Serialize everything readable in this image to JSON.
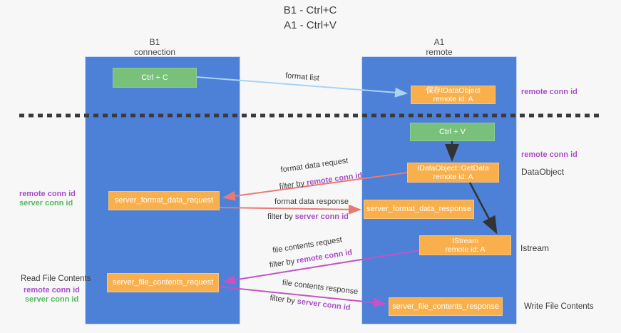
{
  "title": {
    "line1": "B1 - Ctrl+C",
    "line2": "A1 - Ctrl+V"
  },
  "columns": {
    "left": {
      "name": "B1",
      "role": "connection"
    },
    "right": {
      "name": "A1",
      "role": "remote"
    }
  },
  "boxes": {
    "ctrl_c": {
      "label": "Ctrl + C"
    },
    "ctrl_v": {
      "label": "Ctrl + V"
    },
    "save_dataobject": {
      "line1": "保存IDataObject",
      "line2": "remote id: A"
    },
    "getdata": {
      "line1": "IDataObject::GetData",
      "line2": "remote id: A"
    },
    "istream": {
      "line1": "IStream",
      "line2": "remote id: A"
    },
    "server_format_data_request": {
      "label": "server_format_data_request"
    },
    "server_format_data_response": {
      "label": "server_format_data_response"
    },
    "server_file_contents_request": {
      "label": "server_file_contents_request"
    },
    "server_file_contents_response": {
      "label": "server_file_contents_response"
    }
  },
  "edge_labels": {
    "format_list": "format list",
    "format_data_request": {
      "title": "format data request",
      "filter_prefix": "filter by ",
      "filter_key": "remote conn id"
    },
    "format_data_response": {
      "title": "format data response",
      "filter_prefix": "filter by ",
      "filter_key": "server conn id"
    },
    "file_contents_request": {
      "title": "file contents request",
      "filter_prefix": "filter by ",
      "filter_key": "remote conn id"
    },
    "file_contents_response": {
      "title": "file contents response",
      "filter_prefix": "filter by ",
      "filter_key": "server conn id"
    }
  },
  "side_labels": {
    "right_remote_conn_top": "remote conn id",
    "right_remote_conn_mid": "remote conn id",
    "right_dataobject": "DataObject",
    "right_istream": "Istream",
    "right_write_file": "Write File Contents",
    "left_remote_conn_top": "remote conn id",
    "left_server_conn_top": "server conn id",
    "left_read_file": "Read File Contents",
    "left_remote_conn_bottom": "remote conn id",
    "left_server_conn_bottom": "server conn id"
  },
  "colors": {
    "background": "#f7f7f8",
    "column_blue": "#4d81d8",
    "box_green": "#79c17b",
    "box_orange": "#f9b04c",
    "arrow_red": "#e87a74",
    "arrow_magenta": "#c453c4",
    "arrow_lightblue": "#a9d3f1",
    "arrow_black": "#333333",
    "dashed_line": "#3b3b3b",
    "text_purple": "#a84fc8",
    "text_green": "#57b75c"
  }
}
